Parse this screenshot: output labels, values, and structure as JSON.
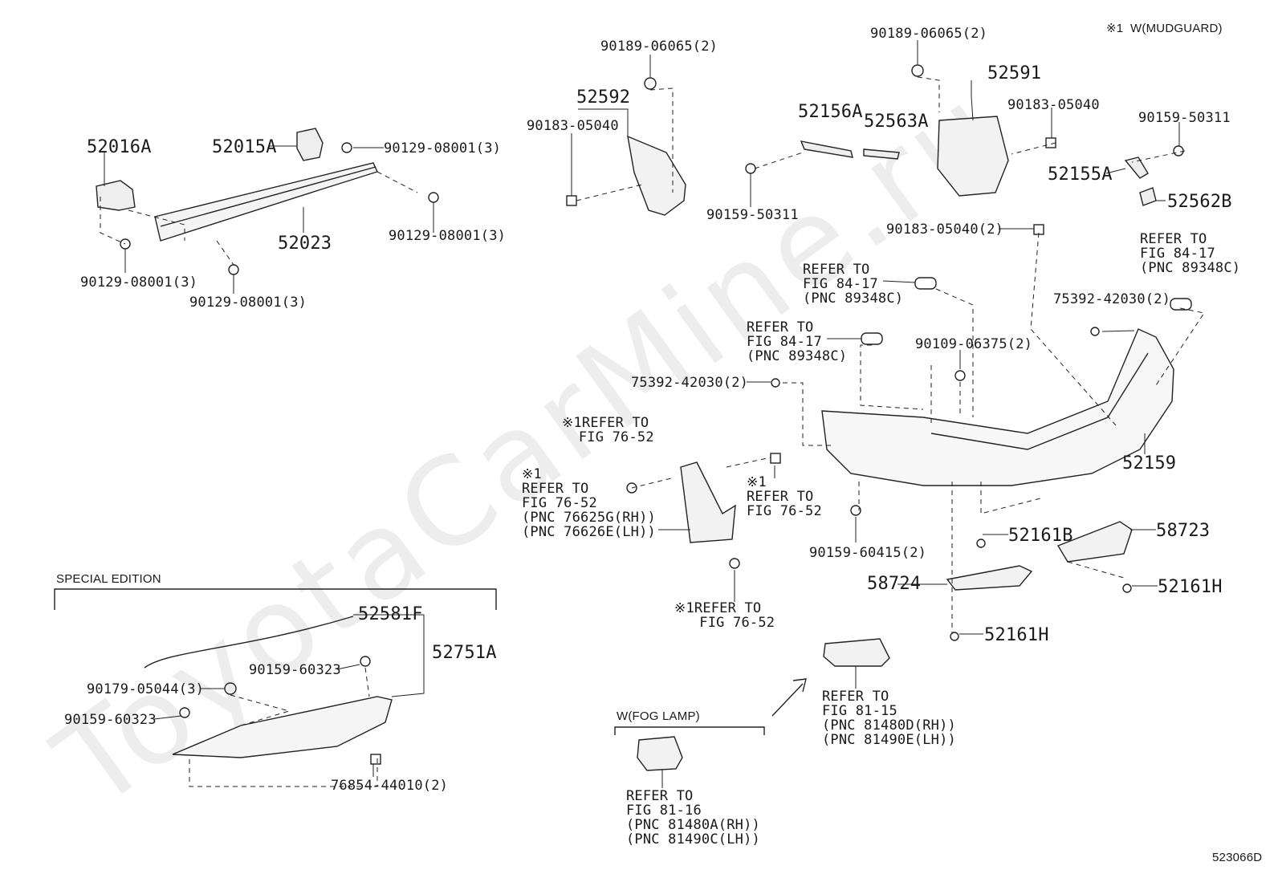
{
  "watermark": "ToyotaCarMine.ru",
  "header_note": "※1  W(MUDGUARD)",
  "diagram_code": "523066D",
  "labels": {
    "p52016A": "52016A",
    "p52015A": "52015A",
    "p52023": "52023",
    "b1": "90129-08001(3)",
    "b2": "90129-08001(3)",
    "b3": "90129-08001(3)",
    "b4": "90129-08001(3)",
    "p52592": "52592",
    "c_top1": "90189-06065(2)",
    "c_left": "90183-05040",
    "p52156A": "52156A",
    "p52563A": "52563A",
    "s_mid": "90159-50311",
    "c_top2": "90189-06065(2)",
    "p52591": "52591",
    "c_right": "90183-05040",
    "s_right": "90159-50311",
    "p52155A": "52155A",
    "p52562B": "52562B",
    "c_mid2": "90183-05040(2)",
    "refer_a": "REFER TO\nFIG 84-17\n(PNC 89348C)",
    "refer_b": "REFER TO\nFIG 84-17\n(PNC 89348C)",
    "refer_c": "REFER TO\nFIG 84-17\n(PNC 89348C)",
    "r_75392_a": "75392-42030(2)",
    "r_75392_b": "75392-42030(2)",
    "s_90109": "90109-06375(2)",
    "m_refer1": "※1REFER TO\n  FIG 76-52",
    "m_refer2": "※1\nREFER TO\nFIG 76-52\n(PNC 76625G(RH))\n(PNC 76626E(LH))",
    "m_refer3": "※1\nREFER TO\nFIG 76-52",
    "m_refer4": "※1REFER TO\n   FIG 76-52",
    "s_90159_60415": "90159-60415(2)",
    "p52159": "52159",
    "p52161B": "52161B",
    "p58723": "58723",
    "p58724": "58724",
    "p52161H_a": "52161H",
    "p52161H_b": "52161H",
    "special_edition": "SPECIAL EDITION",
    "p52581F": "52581F",
    "p52751A": "52751A",
    "s_60323_a": "90159-60323",
    "s_60323_b": "90159-60323",
    "n_05044": "90179-05044(3)",
    "c_76854": "76854-44010(2)",
    "fog_title": "W(FOG LAMP)",
    "fog_refer1": "REFER TO\nFIG 81-16\n(PNC 81480A(RH))\n(PNC 81490C(LH))",
    "fog_refer2": "REFER TO\nFIG 81-15\n(PNC 81480D(RH))\n(PNC 81490E(LH))"
  }
}
